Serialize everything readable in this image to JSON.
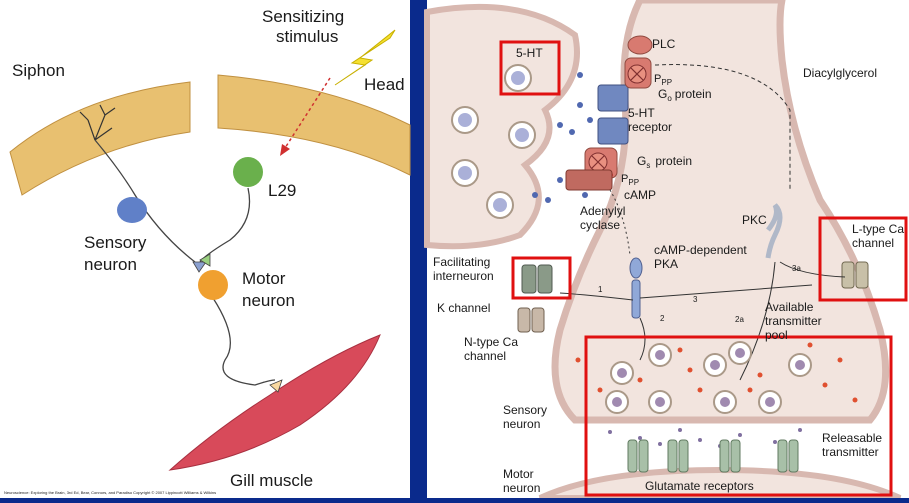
{
  "left_panel": {
    "labels": {
      "stimulus": [
        "Sensitizing",
        "stimulus"
      ],
      "siphon": "Siphon",
      "head": "Head",
      "l29": "L29",
      "sensory_neuron": [
        "Sensory",
        "neuron"
      ],
      "motor_neuron": [
        "Motor",
        "neuron"
      ],
      "gill_muscle": "Gill muscle",
      "credit": "Neuroscience: Exploring the Brain, 3rd Ed, Bear, Connors, and Paradiso Copyright © 2007 Lippincott Williams & Wilkins"
    }
  },
  "right_panel": {
    "labels": {
      "five_ht_box": "5-HT",
      "plc": "PLC",
      "go_protein": "G",
      "go_sub": "o",
      "protein_word": "protein",
      "ppp_1": "P",
      "ppp_1_sub": "P",
      "ppp_1_sub2": "P",
      "receptor": [
        "5-HT",
        "receptor"
      ],
      "gs_protein": "G",
      "gs_sub": "s",
      "ppp_2": "P",
      "ppp_2_sub": "P",
      "ppp_2_sub2": "P",
      "camp": "cAMP",
      "adenylyl": [
        "Adenylyl",
        "cyclase"
      ],
      "camp_pka": [
        "cAMP-dependent",
        "PKA"
      ],
      "diacylglycerol": "Diacylglycerol",
      "pkc": "PKC",
      "ltype": [
        "L-type Ca",
        "channel"
      ],
      "facilitating": [
        "Facilitating",
        "interneuron"
      ],
      "k_channel": "K channel",
      "ntype": [
        "N-type Ca",
        "channel"
      ],
      "available": [
        "Available",
        "transmitter",
        "pool"
      ],
      "sensory_neuron": [
        "Sensory",
        "neuron"
      ],
      "releasable": [
        "Releasable",
        "transmitter"
      ],
      "motor_neuron": [
        "Motor",
        "neuron"
      ],
      "glutamate": "Glutamate receptors",
      "arrow_1": "1",
      "arrow_2": "2",
      "arrow_2a": "2a",
      "arrow_3": "3",
      "arrow_3a": "3a"
    }
  },
  "colors": {
    "frame_blue": "#0a2a8c",
    "highlight_red": "#e01010",
    "membrane": "#e8c8c0",
    "muscle": "#d84a5a",
    "l29_green": "#6ab04c",
    "motor_orange": "#f0a030",
    "sensory_blue": "#6080c8"
  }
}
